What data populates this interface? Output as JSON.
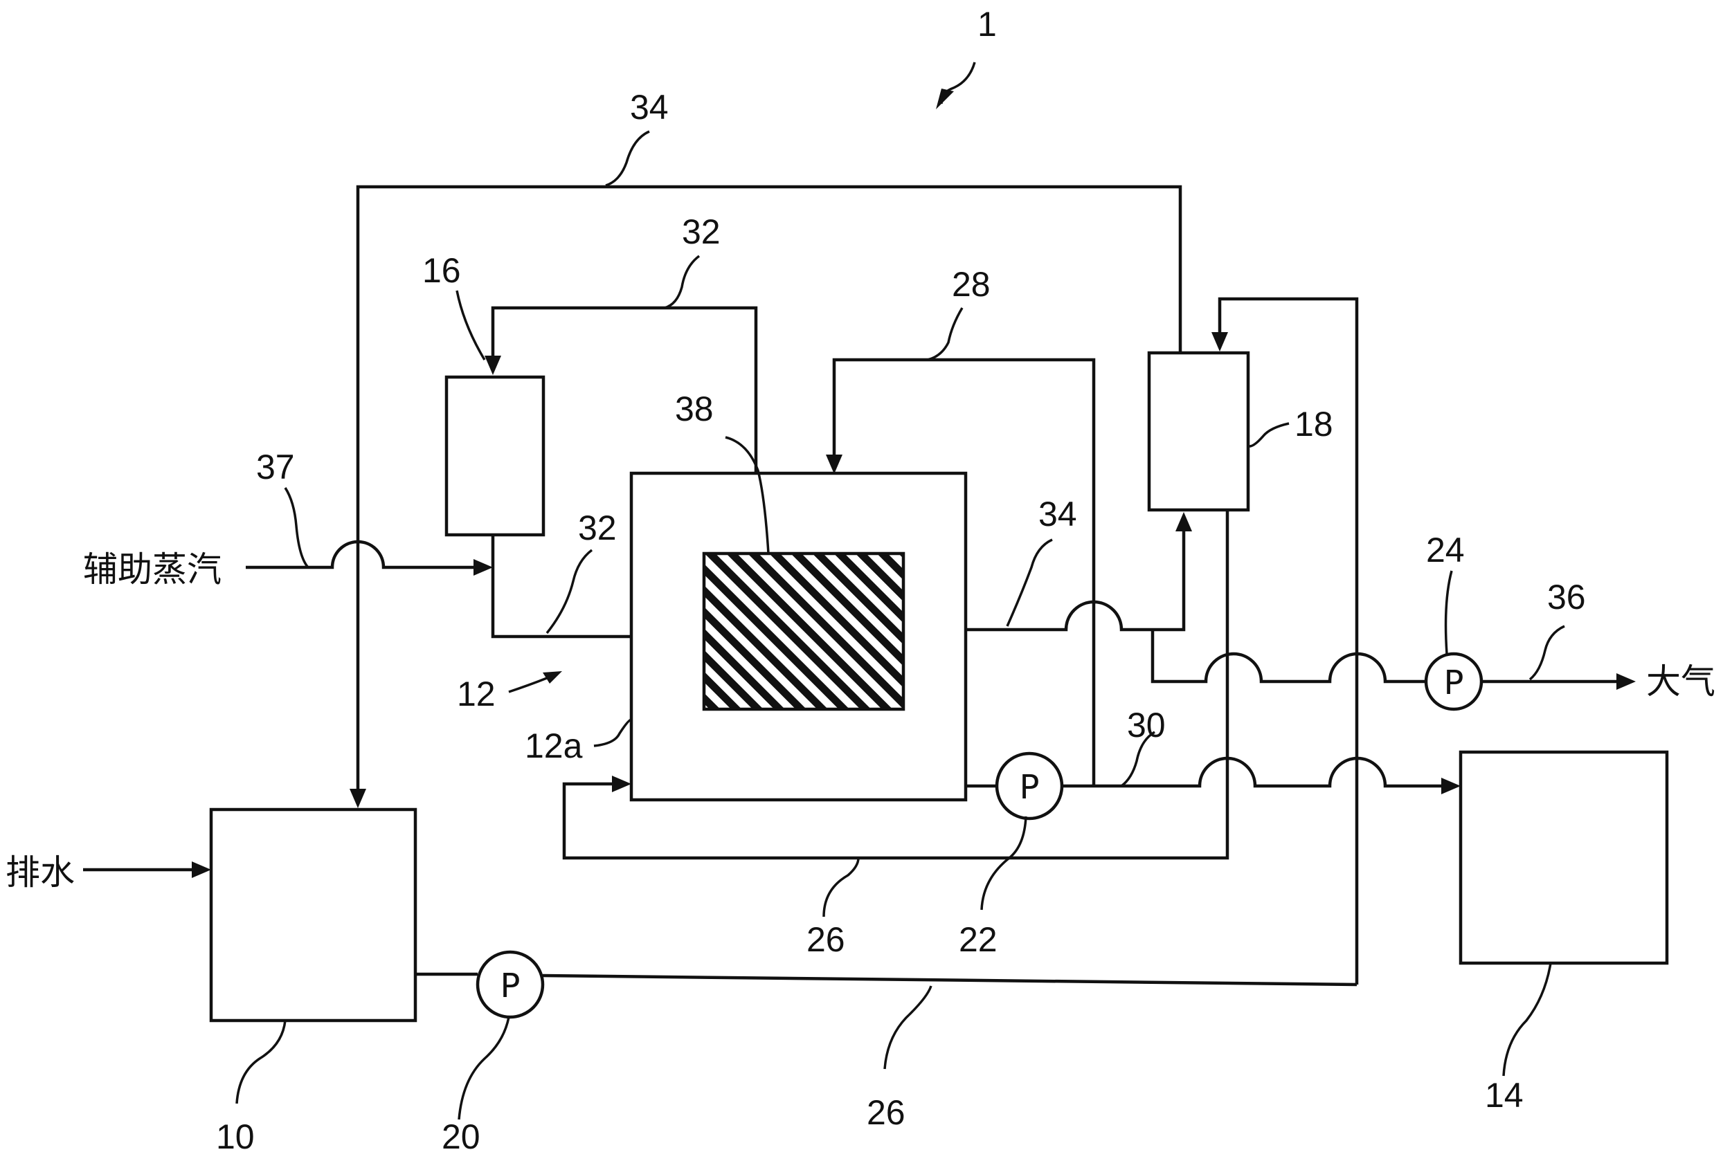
{
  "labels": {
    "system": "1",
    "pipe_34_top": "34",
    "pipe_32_top": "32",
    "unit_16": "16",
    "pipe_28": "28",
    "unit_18": "18",
    "unit_38": "38",
    "pipe_37": "37",
    "pipe_32_mid": "32",
    "pipe_34_mid": "34",
    "pump_24": "24",
    "pipe_36": "36",
    "unit_12": "12",
    "unit_12a": "12a",
    "pipe_30": "30",
    "pipe_26_mid": "26",
    "pump_22": "22",
    "unit_10": "10",
    "pump_20": "20",
    "pipe_26_bottom": "26",
    "unit_14": "14"
  },
  "texts": {
    "aux_steam": "辅助蒸汽",
    "drain": "排水",
    "atmosphere": "大气"
  },
  "pump_symbol": "P",
  "colors": {
    "line": "#111111",
    "background": "#ffffff"
  }
}
